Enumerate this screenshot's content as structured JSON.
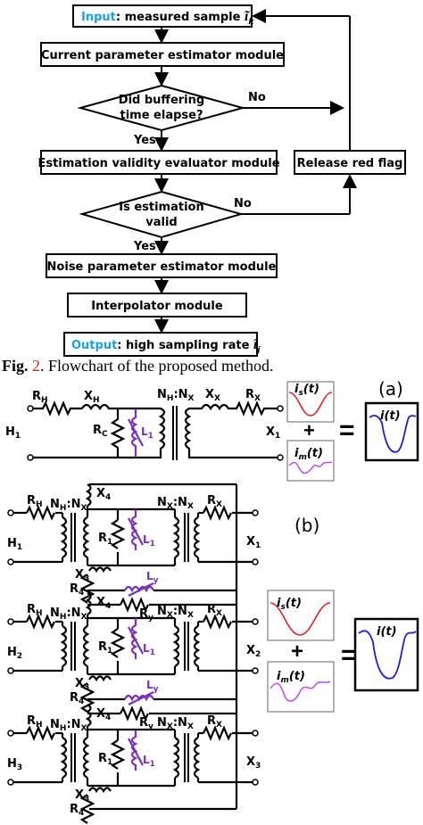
{
  "flowchart": {
    "input_prefix": "Input",
    "input_text": ": measured sample ",
    "input_symbol": "ĩ",
    "input_sub": "k",
    "current_param": "Current parameter estimator module",
    "decision1_line1": "Did buffering",
    "decision1_line2": "time elapse?",
    "no1": "No",
    "yes1": "Yes",
    "validity": "Estimation validity evaluator module",
    "red_flag": "Release red flag",
    "decision2_line1": "Is estimation",
    "decision2_line2": "valid",
    "no2": "No",
    "yes2": "Yes",
    "noise_param": "Noise parameter estimator module",
    "interpolator": "Interpolator module",
    "output_prefix": "Output",
    "output_text": ": high sampling rate ",
    "output_symbol": "î",
    "output_sub": "j",
    "accent_color": "#1aa3d9"
  },
  "caption": {
    "fig": "Fig.",
    "num": "2",
    "text": ". Flowchart of the proposed method."
  },
  "circuit_a": {
    "tag": "(a)",
    "RH": "R",
    "RH_sub": "H",
    "XH": "X",
    "XH_sub": "H",
    "ratio": "N",
    "ratio_sub1": "H",
    "ratio_mid": ":N",
    "ratio_sub2": "X",
    "XX": "X",
    "XX_sub": "X",
    "RX": "R",
    "RX_sub": "X",
    "H1": "H",
    "H1_sub": "1",
    "RC": "R",
    "RC_sub": "C",
    "L1": "L",
    "L1_sub": "1",
    "X1": "X",
    "X1_sub": "1",
    "is": "i",
    "is_sub": "s",
    "is_tail": "(t)",
    "im": "i",
    "im_sub": "m",
    "im_tail": "(t)",
    "it": "i(t)",
    "plus": "+",
    "equals": "="
  },
  "circuit_b": {
    "tag": "(b)",
    "phases": [
      {
        "H": "H",
        "H_sub": "1",
        "X": "X",
        "X_sub": "1"
      },
      {
        "H": "H",
        "H_sub": "2",
        "X": "X",
        "X_sub": "2"
      },
      {
        "H": "H",
        "H_sub": "3",
        "X": "X",
        "X_sub": "3"
      }
    ],
    "RH": "R",
    "RH_sub": "H",
    "NHNX": "N",
    "NHNX_s1": "H",
    "NHNX_mid": ":N",
    "NHNX_s2": "X",
    "NXNX": "N",
    "NXNX_s1": "X",
    "NXNX_mid": ":N",
    "NXNX_s2": "X",
    "RX": "R",
    "RX_sub": "X",
    "R1": "R",
    "R1_sub": "1",
    "L1": "L",
    "L1_sub": "1",
    "X4": "X",
    "X4_sub": "4",
    "X3": "X",
    "X3_sub": "3",
    "R4": "R",
    "R4_sub": "4",
    "Ly": "L",
    "Ly_sub": "y",
    "Ry": "R",
    "Ry_sub": "y",
    "is": "i",
    "is_sub": "s",
    "is_tail": "(t)",
    "im": "i",
    "im_sub": "m",
    "im_tail": "(t)",
    "it": "i(t)",
    "plus": "+",
    "equals": "="
  },
  "colors": {
    "red_wave": "#e02020",
    "magenta_wave": "#c040e0",
    "blue_wave": "#2020d0",
    "purple": "#7a2fb8"
  }
}
